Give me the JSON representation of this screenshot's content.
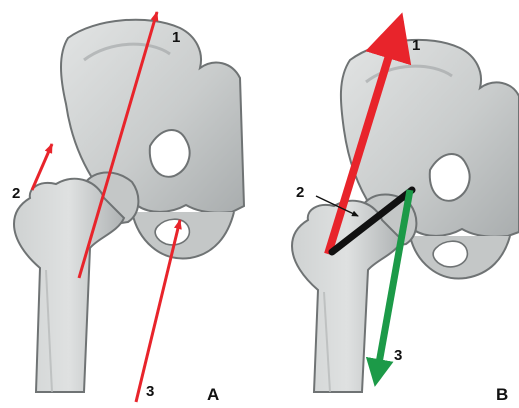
{
  "panel_a": {
    "panel_label": "A",
    "arrow_1_label": "1",
    "arrow_2_label": "2",
    "arrow_3_label": "3"
  },
  "panel_b": {
    "panel_label": "B",
    "arrow_1_label": "1",
    "arrow_2_label": "2",
    "arrow_3_label": "3"
  },
  "colors": {
    "red_arrow": "#e8242b",
    "black_arrow": "#111111",
    "green_arrow": "#1c9a48",
    "bone_light": "#d3d5d5",
    "bone_mid": "#b9bcbd",
    "bone_dark": "#8f9394",
    "outline": "#6f7374"
  }
}
